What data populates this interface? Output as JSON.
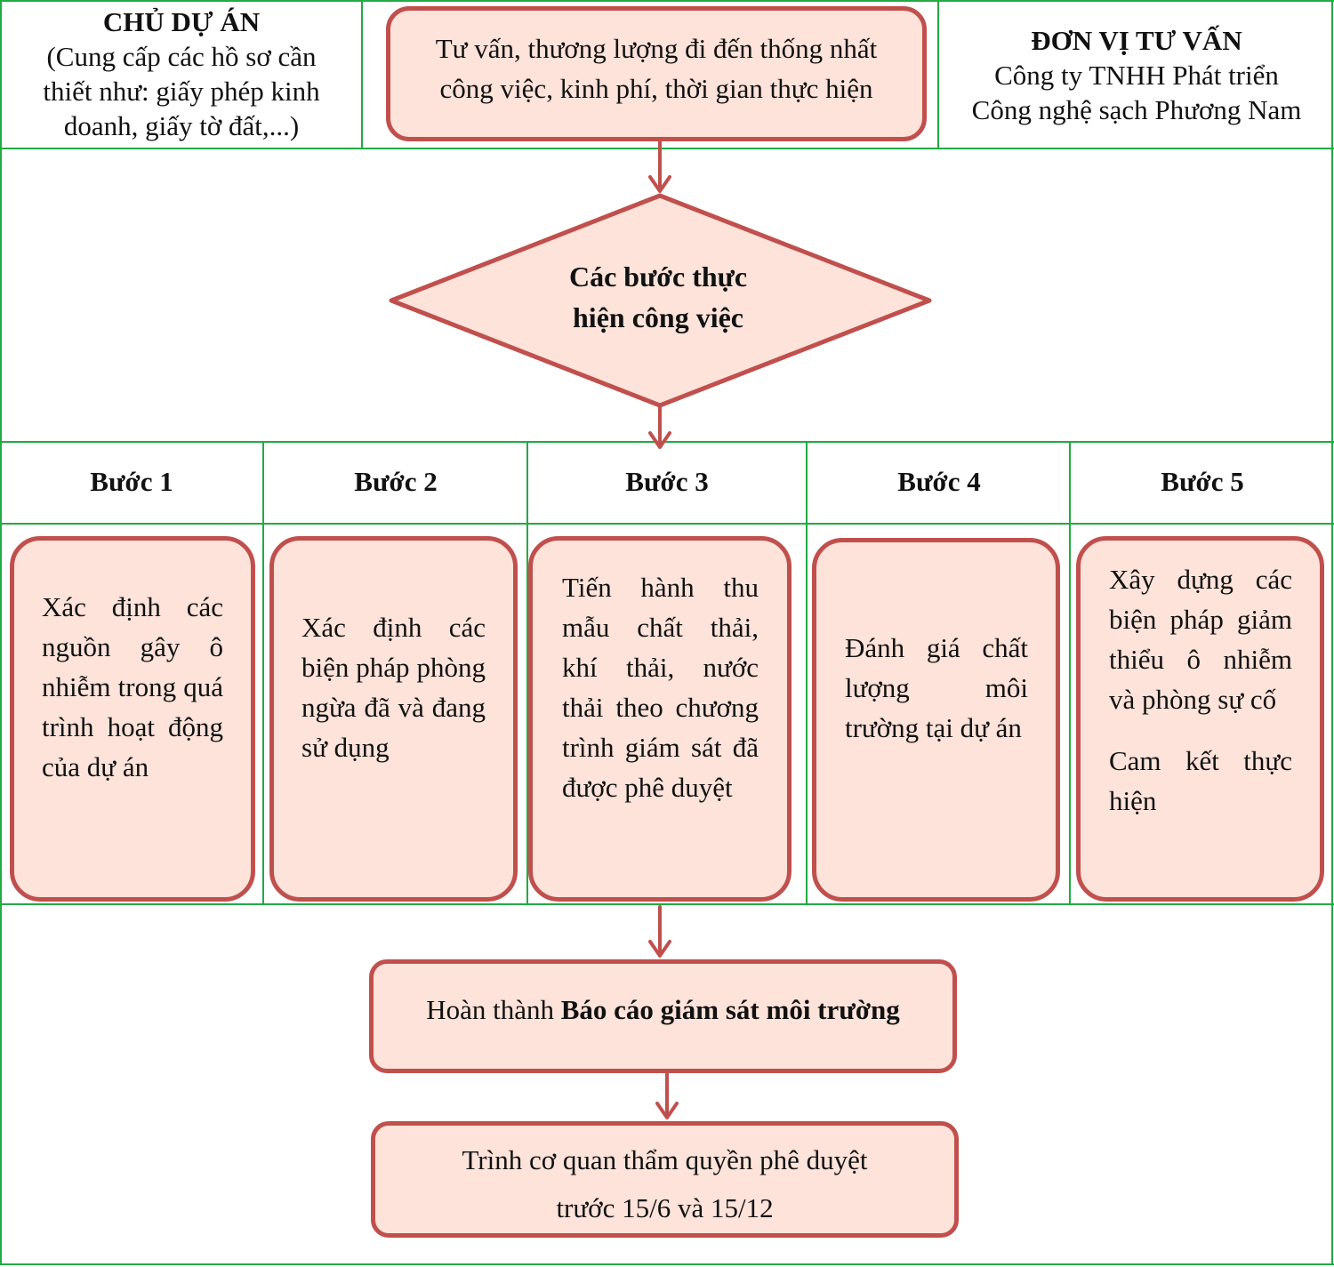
{
  "header": {
    "owner_title": "CHỦ DỰ ÁN",
    "owner_desc": [
      "(Cung cấp các hồ sơ cần",
      "thiết như: giấy phép kinh",
      "doanh, giấy tờ đất,...)"
    ],
    "consultant_title": "ĐƠN VỊ TƯ VẤN",
    "consultant_desc": [
      "Công ty TNHH Phát triển",
      "Công nghệ sạch Phương Nam"
    ],
    "negotiation_lines": [
      "Tư vấn, thương lượng đi đến thống nhất",
      "công việc, kinh phí, thời gian thực hiện"
    ]
  },
  "decision": {
    "lines": [
      "Các bước thực",
      "hiện công việc"
    ]
  },
  "steps": [
    {
      "label": "Bước 1",
      "paragraphs": [
        "Xác định các nguồn gây ô nhiễm trong quá trình hoạt động của dự án"
      ]
    },
    {
      "label": "Bước 2",
      "paragraphs": [
        "Xác định các biện pháp phòng ngừa đã và đang sử dụng"
      ]
    },
    {
      "label": "Bước 3",
      "paragraphs": [
        "Tiến hành thu mẫu chất thải, khí thải, nước thải theo chương trình giám sát đã được phê duyệt"
      ]
    },
    {
      "label": "Bước 4",
      "paragraphs": [
        "Đánh giá chất lượng môi trường tại dự án"
      ]
    },
    {
      "label": "Bước 5",
      "paragraphs": [
        "Xây dựng các biện pháp giảm thiểu ô nhiễm và phòng sự cố",
        "Cam kết thực hiện"
      ]
    }
  ],
  "completion": {
    "prefix": "Hoàn thành ",
    "bold": "Báo cáo giám sát môi trường"
  },
  "submission": {
    "lines": [
      "Trình cơ quan thẩm quyền phê duyệt",
      "trước 15/6 và 15/12"
    ]
  },
  "colors": {
    "grid": "#22aa44",
    "box_fill": "#fde3d9",
    "box_border": "#c0504d"
  }
}
